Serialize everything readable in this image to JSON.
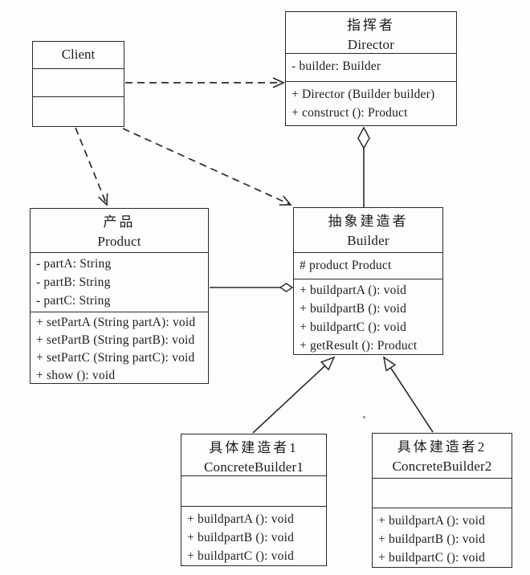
{
  "diagram": {
    "pattern": "Builder",
    "colors": {
      "stroke": "#2a2a2a",
      "background": "#fdfdfc",
      "box_fill": "#fdfdfc"
    },
    "classes": {
      "client": {
        "name_en": "Client",
        "attrs": [],
        "methods": []
      },
      "director": {
        "name_zh": "指挥者",
        "name_en": "Director",
        "attrs": [
          "- builder: Builder"
        ],
        "methods": [
          "+ Director (Builder builder)",
          "+ construct (): Product"
        ]
      },
      "product": {
        "name_zh": "产品",
        "name_en": "Product",
        "attrs": [
          "- partA: String",
          "- partB: String",
          "- partC: String"
        ],
        "methods": [
          "+ setPartA (String partA): void",
          "+ setPartB (String partB): void",
          "+ setPartC (String partC): void",
          "+ show (): void"
        ]
      },
      "builder": {
        "name_zh": "抽象建造者",
        "name_en": "Builder",
        "attrs": [
          "# product Product"
        ],
        "methods": [
          "+ buildpartA (): void",
          "+ buildpartB (): void",
          "+ buildpartC (): void",
          "+ getResult (): Product"
        ]
      },
      "concrete_builder_1": {
        "name_zh": "具体建造者1",
        "name_en": "ConcreteBuilder1",
        "attrs": [],
        "methods": [
          "+ buildpartA (): void",
          "+ buildpartB (): void",
          "+ buildpartC (): void"
        ]
      },
      "concrete_builder_2": {
        "name_zh": "具体建造者2",
        "name_en": "ConcreteBuilder2",
        "attrs": [],
        "methods": [
          "+ buildpartA (): void",
          "+ buildpartB (): void",
          "+ buildpartC (): void"
        ]
      }
    },
    "relationships": [
      {
        "type": "dependency",
        "from": "Client",
        "to": "Director",
        "style": "dashed-open-arrow"
      },
      {
        "type": "dependency",
        "from": "Client",
        "to": "Product",
        "style": "dashed-open-arrow"
      },
      {
        "type": "dependency",
        "from": "Client",
        "to": "Builder",
        "style": "dashed-open-arrow"
      },
      {
        "type": "aggregation",
        "whole": "Director",
        "part": "Builder",
        "style": "solid-hollow-diamond"
      },
      {
        "type": "aggregation",
        "whole": "Builder",
        "part": "Product",
        "style": "solid-hollow-diamond"
      },
      {
        "type": "generalization",
        "from": "ConcreteBuilder1",
        "to": "Builder",
        "style": "solid-hollow-triangle"
      },
      {
        "type": "generalization",
        "from": "ConcreteBuilder2",
        "to": "Builder",
        "style": "solid-hollow-triangle"
      }
    ]
  }
}
